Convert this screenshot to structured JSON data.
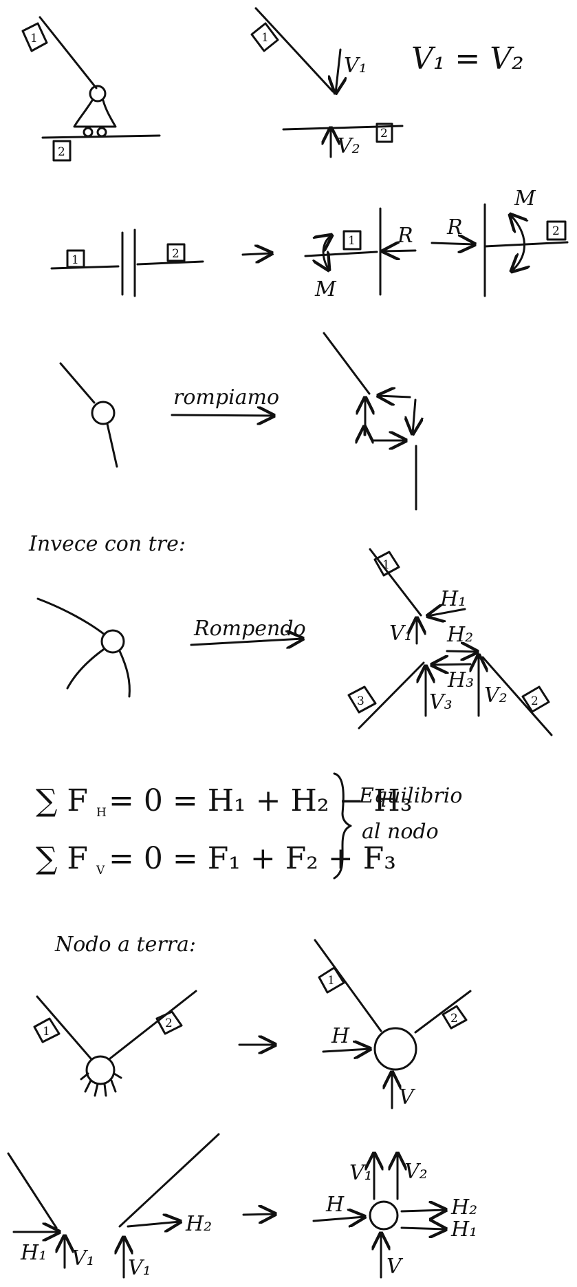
{
  "labels": {
    "one": "1",
    "two": "2",
    "three": "3",
    "v1": "V₁",
    "v2": "V₂",
    "v3": "V₃",
    "h1": "H₁",
    "h2": "H₂",
    "h3": "H₃",
    "m": "M",
    "r": "R",
    "h": "H",
    "v": "V",
    "v1_eq_v2": "V₁ = V₂"
  },
  "words": {
    "rompiamo": "rompiamo",
    "invece_con_tre": "Invece con tre:",
    "rompendo": "Rompendo",
    "equilibrio": "Equilibrio",
    "al_nodo": "al nodo",
    "nodo_a_terra": "Nodo a terra:"
  },
  "equations": {
    "sum_fh": "∑ F",
    "sub_h": "H",
    "rhs_h": "= 0 = H₁ + H₂ − H₃",
    "sum_fv": "∑ F",
    "sub_v": "V",
    "rhs_v": "= 0 = F₁ + F₂ + F₃"
  },
  "colors": {
    "ink": "#111111",
    "paper": "#ffffff"
  }
}
